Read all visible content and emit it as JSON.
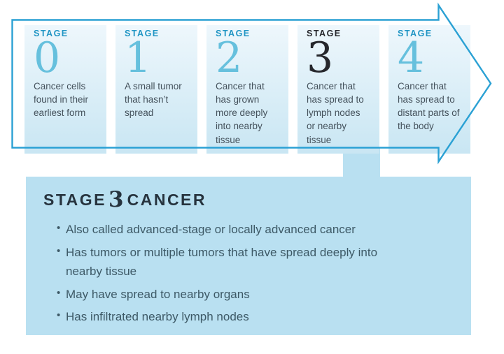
{
  "palette": {
    "outline_blue": "#2ba1d4",
    "stage_label_blue": "#2095c4",
    "stage_number_blue": "#66c0dd",
    "stage_dark": "#26272c",
    "column_gradient_top": "#eef7fc",
    "column_gradient_bottom": "#c9e6f3",
    "detail_box_bg": "#b9e0f1",
    "description_text": "#45525c",
    "heading_text": "#26333e",
    "bullet_text": "#3d5966"
  },
  "stage_diagram": {
    "stages": [
      {
        "label": "STAGE",
        "number": "0",
        "description": "Cancer cells found in their earliest form",
        "highlighted": false
      },
      {
        "label": "STAGE",
        "number": "1",
        "description": "A small tumor that hasn’t spread",
        "highlighted": false
      },
      {
        "label": "STAGE",
        "number": "2",
        "description": "Cancer that has grown more deeply into nearby tissue",
        "highlighted": false
      },
      {
        "label": "STAGE",
        "number": "3",
        "description": "Cancer that has spread to lymph nodes or nearby tissue",
        "highlighted": true
      },
      {
        "label": "STAGE",
        "number": "4",
        "description": "Cancer that has spread to distant parts of the body",
        "highlighted": false
      }
    ]
  },
  "detail_box": {
    "heading_prefix": "STAGE",
    "heading_number": "3",
    "heading_suffix": "CANCER",
    "bullets": [
      "Also called advanced-stage or locally advanced cancer",
      "Has tumors or multiple tumors that have spread deeply into nearby tissue",
      "May have spread to nearby organs",
      "Has infiltrated nearby lymph nodes"
    ]
  }
}
